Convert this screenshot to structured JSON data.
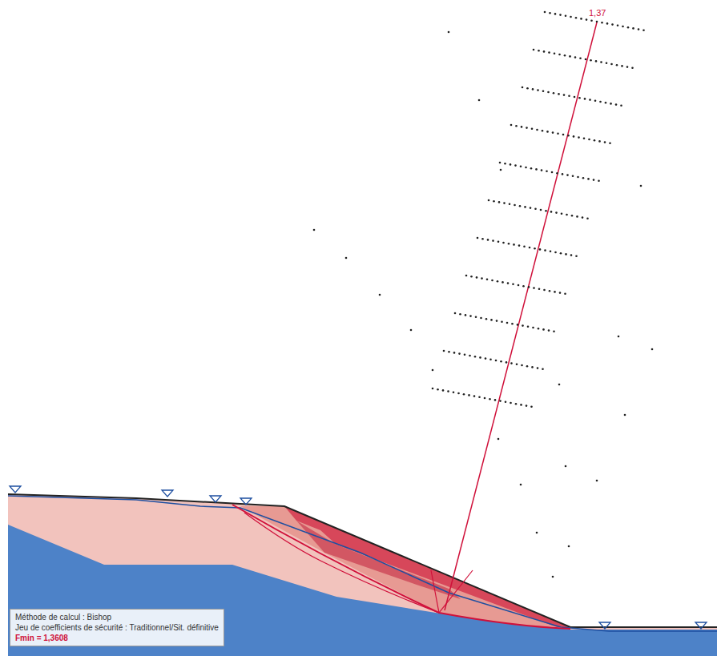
{
  "diagram": {
    "nodes": [
      {
        "text": [
          "Méthode de calcul : Bishop",
          "Jeu de coefficients de sécurité : Traditionnel/Sit. définitive",
          "Fmin = 1,3608"
        ]
      }
    ],
    "labels": [
      "1,37"
    ]
  }
}
